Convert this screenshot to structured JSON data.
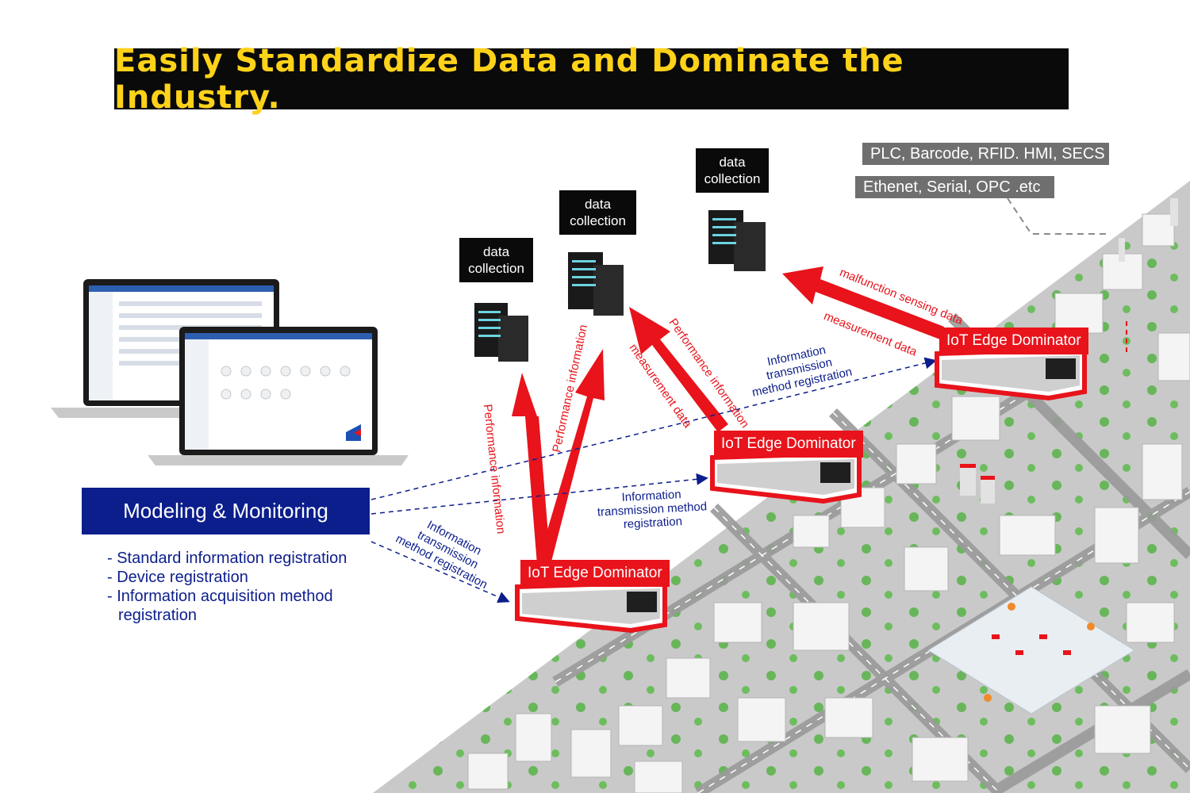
{
  "title": "Easily Standardize Data and Dominate the Industry.",
  "protocols": [
    "PLC, Barcode, RFID. HMI, SECS",
    "Ethenet, Serial, OPC .etc"
  ],
  "data_collection": [
    "data collection",
    "data collection",
    "data collection"
  ],
  "iot_devices": [
    "IoT Edge Dominator",
    "IoT Edge Dominator",
    "IoT Edge Dominator"
  ],
  "modeling": {
    "title": "Modeling & Monitoring",
    "items": [
      "- Standard information registration",
      "- Device registration",
      "- Information acquisition method registration"
    ]
  },
  "flow_labels": {
    "performance_1": "Performance information",
    "performance_2": "Performance information",
    "performance_3": "Performance information",
    "measurement_1": "measurement data",
    "malfunction": "malfunction sensing data",
    "measurement_2": "measurement data",
    "info_1": "Information transmission method registration",
    "info_2": "Information transmission method registration",
    "info_3": "Information transmission method registration"
  },
  "colors": {
    "title_bg": "#0a0a0a",
    "title_text": "#ffd21a",
    "accent_red": "#e8131b",
    "navy": "#0c1e8c",
    "protocol_bg": "#6f6f6f",
    "city_gray": "#c6c6c6"
  },
  "icons": [
    "server-icon",
    "laptop-icon",
    "edge-device-icon",
    "factory-city-illustration"
  ]
}
